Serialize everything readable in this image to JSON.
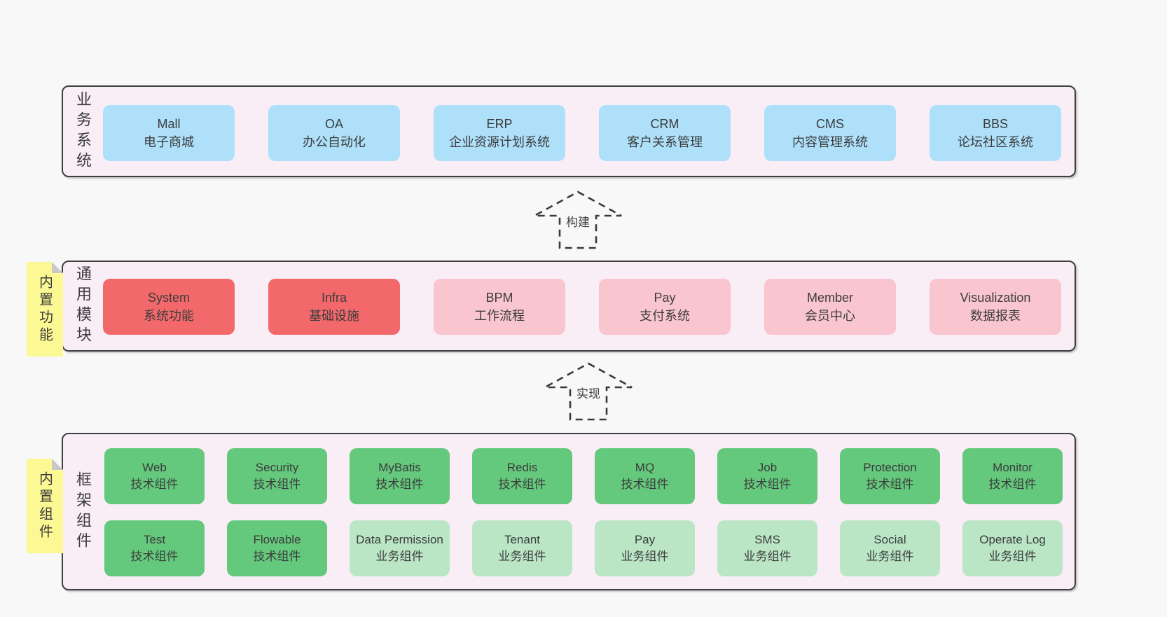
{
  "colors": {
    "page_bg": "#f8f8f8",
    "panel_bg": "#f9edf6",
    "panel_border": "#3f3f3f",
    "blue": "#aee0fa",
    "red": "#f3696b",
    "pink": "#f9c5cf",
    "green": "#64c87d",
    "light_green": "#bae6c6",
    "yellow": "#fcf893",
    "fold_gray": "#c8c8c8",
    "text": "#3c3c3c",
    "arrow": "#3a3a3a"
  },
  "arrows": [
    {
      "label": "构建"
    },
    {
      "label": "实现"
    }
  ],
  "sections": [
    {
      "label": "业务系统",
      "boxes": [
        {
          "title": "Mall",
          "subtitle": "电子商城"
        },
        {
          "title": "OA",
          "subtitle": "办公自动化"
        },
        {
          "title": "ERP",
          "subtitle": "企业资源计划系统"
        },
        {
          "title": "CRM",
          "subtitle": "客户关系管理"
        },
        {
          "title": "CMS",
          "subtitle": "内容管理系统"
        },
        {
          "title": "BBS",
          "subtitle": "论坛社区系统"
        }
      ]
    },
    {
      "label": "通用模块",
      "note": "内置功能",
      "boxes": [
        {
          "title": "System",
          "subtitle": "系统功能"
        },
        {
          "title": "Infra",
          "subtitle": "基础设施"
        },
        {
          "title": "BPM",
          "subtitle": "工作流程"
        },
        {
          "title": "Pay",
          "subtitle": "支付系统"
        },
        {
          "title": "Member",
          "subtitle": "会员中心"
        },
        {
          "title": "Visualization",
          "subtitle": "数据报表"
        }
      ]
    },
    {
      "label": "框架组件",
      "note": "内置组件",
      "rows": [
        [
          {
            "title": "Web",
            "subtitle": "技术组件"
          },
          {
            "title": "Security",
            "subtitle": "技术组件"
          },
          {
            "title": "MyBatis",
            "subtitle": "技术组件"
          },
          {
            "title": "Redis",
            "subtitle": "技术组件"
          },
          {
            "title": "MQ",
            "subtitle": "技术组件"
          },
          {
            "title": "Job",
            "subtitle": "技术组件"
          },
          {
            "title": "Protection",
            "subtitle": "技术组件"
          },
          {
            "title": "Monitor",
            "subtitle": "技术组件"
          }
        ],
        [
          {
            "title": "Test",
            "subtitle": "技术组件"
          },
          {
            "title": "Flowable",
            "subtitle": "技术组件"
          },
          {
            "title": "Data Permission",
            "subtitle": "业务组件"
          },
          {
            "title": "Tenant",
            "subtitle": "业务组件"
          },
          {
            "title": "Pay",
            "subtitle": "业务组件"
          },
          {
            "title": "SMS",
            "subtitle": "业务组件"
          },
          {
            "title": "Social",
            "subtitle": "业务组件"
          },
          {
            "title": "Operate Log",
            "subtitle": "业务组件"
          }
        ]
      ]
    }
  ]
}
